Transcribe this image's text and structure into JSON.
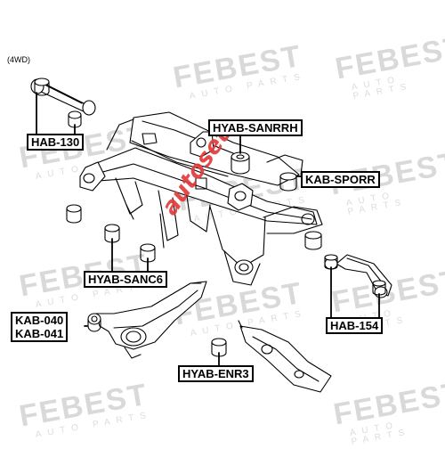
{
  "variant_note": "(4WD)",
  "watermark": {
    "logo": "FEBEST",
    "sub": "AUTO PARTS"
  },
  "stamp": "autoset",
  "part_labels": {
    "hab130": "HAB-130",
    "hyab_sanrrh": "HYAB-SANRRH",
    "kab_sporr": "KAB-SPORR",
    "hyab_sanc6": "HYAB-SANC6",
    "hab154": "HAB-154",
    "kab040": "KAB-040",
    "kab041": "KAB-041",
    "hyab_enr3": "HYAB-ENR3"
  }
}
